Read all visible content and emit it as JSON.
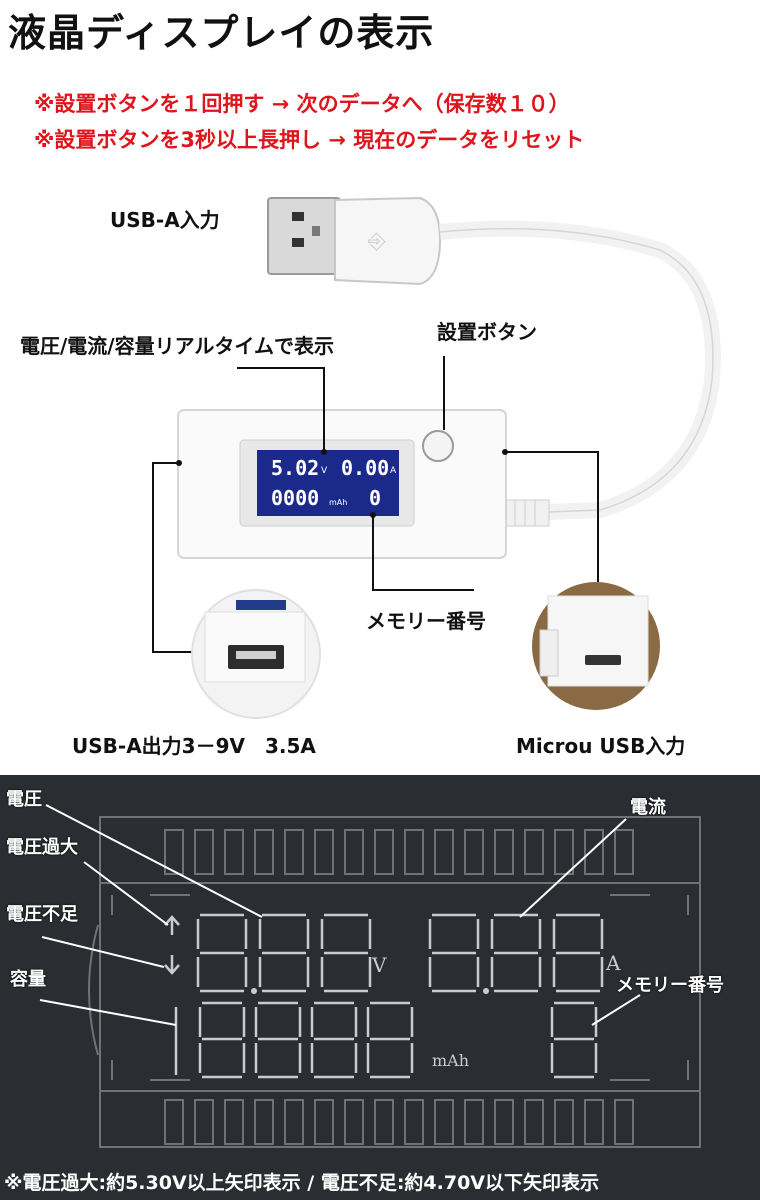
{
  "title": "液晶ディスプレイの表示",
  "notes": [
    "※設置ボタンを１回押す → 次のデータへ（保存数１０）",
    "※設置ボタンを3秒以上長押し → 現在のデータをリセット"
  ],
  "device_labels": {
    "usb_a_input": "USB-A入力",
    "realtime_display": "電圧/電流/容量リアルタイムで表示",
    "set_button": "設置ボタン",
    "memory_number": "メモリー番号",
    "usb_a_output": "USB-A出力3－9V　3.5A",
    "micro_usb_input": "Microu USB入力"
  },
  "device_screen": {
    "voltage": "5.02",
    "voltage_unit": "V",
    "current": "0.00",
    "current_unit": "A",
    "capacity": "0000",
    "capacity_unit": "mAh",
    "memory": "0"
  },
  "lcd_callouts": {
    "voltage": "電圧",
    "overvoltage": "電圧過大",
    "undervoltage": "電圧不足",
    "capacity": "容量",
    "current": "電流",
    "memory": "メモリー番号"
  },
  "lcd_diagram_units": {
    "voltage_unit": "V",
    "current_unit": "A",
    "capacity_unit": "mAh"
  },
  "footer_note": "※電圧過大:約5.30V以上矢印表示 / 電圧不足:約4.70V以下矢印表示",
  "colors": {
    "title": "#111111",
    "notes": "#e0141b",
    "lcd_background": "#2a2d31",
    "device_screen": "#1b2a8a"
  }
}
